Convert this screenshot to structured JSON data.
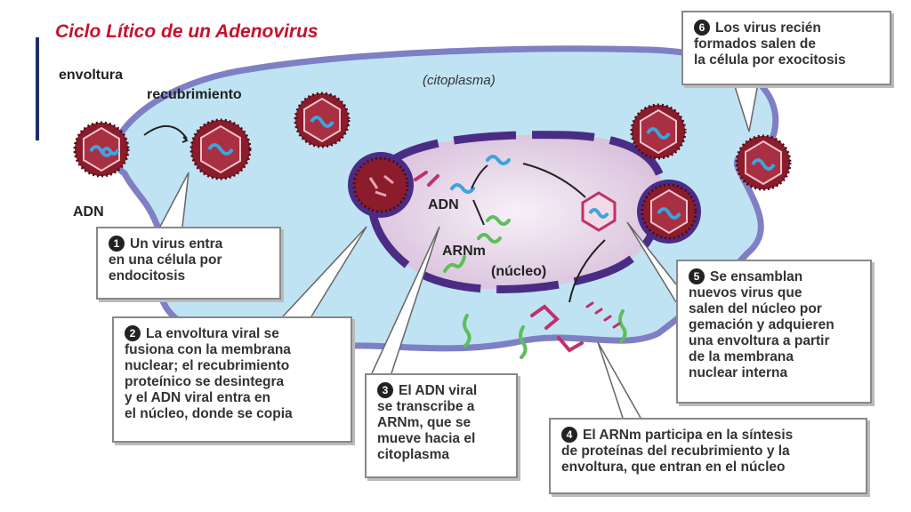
{
  "title": "Ciclo Lítico de un Adenovirus",
  "labels": {
    "envoltura": "envoltura",
    "recubrimiento": "recubrimiento",
    "adn_left": "ADN",
    "citoplasma": "(citoplasma)",
    "adn_nucleus": "ADN",
    "arnm": "ARNm",
    "nucleo": "(núcleo)"
  },
  "callouts": [
    {
      "num": "1",
      "lines": [
        "Un virus entra",
        "en una célula por",
        "endocitosis"
      ]
    },
    {
      "num": "2",
      "lines": [
        "La envoltura viral se",
        "fusiona con la membrana",
        "nuclear; el recubrimiento",
        "proteínico se desintegra",
        "y el ADN viral entra en",
        "el núcleo, donde se copia"
      ]
    },
    {
      "num": "3",
      "lines": [
        "El ADN viral",
        "se transcribe a",
        "ARNm, que se",
        "mueve hacia el",
        "citoplasma"
      ]
    },
    {
      "num": "4",
      "lines": [
        "El ARNm participa en la síntesis",
        "de proteínas del recubrimiento y la",
        "envoltura, que entran en el núcleo"
      ]
    },
    {
      "num": "5",
      "lines": [
        "Se ensamblan",
        "nuevos virus que",
        "salen del núcleo por",
        "gemación y adquieren",
        "una envoltura a partir",
        "de la membrana",
        "nuclear interna"
      ]
    },
    {
      "num": "6",
      "lines": [
        "Los virus recién",
        "formados salen de",
        "la célula por exocitosis"
      ]
    }
  ],
  "colors": {
    "title": "#c8102e",
    "cytoplasm": "#bfe3f2",
    "cell_membrane": "#7e7fc4",
    "nucleus": "#ead8ec",
    "nuclear_membrane": "#4b2c84",
    "virus": "#8b1c2c",
    "dna": "#3fa3dc",
    "mrna": "#5cbf5a",
    "protein": "#c0306b"
  }
}
